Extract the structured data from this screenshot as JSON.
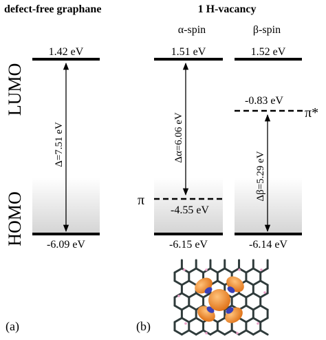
{
  "panels": [
    {
      "title": "defect-free graphane",
      "panel_label": "(a)",
      "columns": [
        {
          "header": "",
          "lumo_energy": "1.42 eV",
          "homo_energy": "-6.09 eV",
          "gap_label": "Δ=7.51 eV"
        }
      ]
    },
    {
      "title": "1 H-vacancy",
      "panel_label": "(b)",
      "columns": [
        {
          "header": "α-spin",
          "lumo_energy": "1.51 eV",
          "homo_energy": "-6.15 eV",
          "gap_label": "Δα=6.06 eV",
          "defect_state_label": "π",
          "defect_state_energy": "-4.55 eV"
        },
        {
          "header": "β-spin",
          "lumo_energy": "1.52 eV",
          "homo_energy": "-6.14 eV",
          "gap_label": "Δβ=5.29 eV",
          "defect_state_label": "π*",
          "defect_state_energy": "-0.83 eV"
        }
      ]
    }
  ],
  "axis_labels": {
    "lumo": "LUMO",
    "homo": "HOMO"
  },
  "colors": {
    "level_line": "#000000",
    "homo_gradient_top": "#ffffff",
    "homo_gradient_bottom": "#d4d4d4",
    "lattice_bond": "#2f3b3b",
    "orbital_lobe": "#f28c28",
    "orbital_core": "#3a3fb8"
  },
  "icons": {
    "structure": "graphane-vacancy-lattice-icon"
  }
}
